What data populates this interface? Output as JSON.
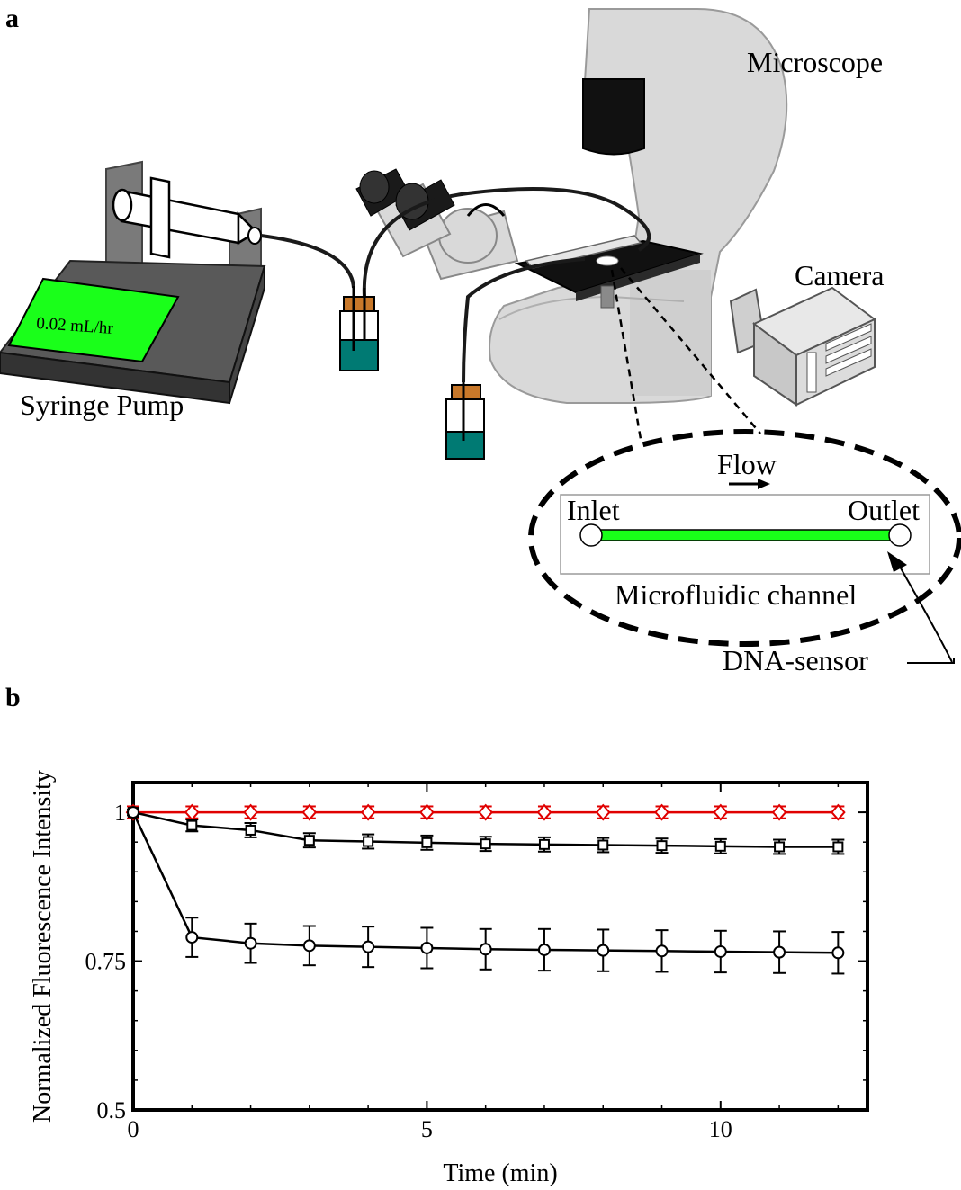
{
  "panel_a": {
    "letter": "a",
    "labels": {
      "microscope": "Microscope",
      "camera": "Camera",
      "syringe_pump": "Syringe Pump",
      "pump_display": "0.02 mL/hr",
      "flow": "Flow",
      "inlet": "Inlet",
      "outlet": "Outlet",
      "channel": "Microfluidic channel",
      "sensor": "DNA-sensor"
    },
    "colors": {
      "scope_body": "#d9d9d9",
      "lcd": "#19ff19",
      "fluid": "#007a73",
      "cap": "#c8782a",
      "channel": "#19ff19"
    }
  },
  "panel_b": {
    "letter": "b"
  },
  "chart_data": {
    "type": "line",
    "xlabel": "Time (min)",
    "ylabel": "Normalized Fluorescence Intensity",
    "xlim": [
      0,
      12.5
    ],
    "ylim": [
      0.5,
      1.05
    ],
    "xticks": [
      0,
      5,
      10
    ],
    "yticks": [
      0.5,
      0.75,
      1
    ],
    "x": [
      0,
      1,
      2,
      3,
      4,
      5,
      6,
      7,
      8,
      9,
      10,
      11,
      12
    ],
    "series": [
      {
        "marker": "diamond",
        "color": "#e00000",
        "values": [
          1.0,
          1.0,
          1.0,
          1.0,
          1.0,
          1.0,
          1.0,
          1.0,
          1.0,
          1.0,
          1.0,
          1.0,
          1.0
        ],
        "errors": [
          0.01,
          0.01,
          0.01,
          0.01,
          0.01,
          0.01,
          0.01,
          0.01,
          0.01,
          0.01,
          0.01,
          0.01,
          0.01
        ]
      },
      {
        "marker": "square",
        "color": "#000000",
        "values": [
          1.0,
          0.978,
          0.97,
          0.953,
          0.951,
          0.949,
          0.947,
          0.946,
          0.945,
          0.944,
          0.943,
          0.942,
          0.942
        ],
        "errors": [
          0.005,
          0.01,
          0.012,
          0.012,
          0.012,
          0.012,
          0.012,
          0.012,
          0.012,
          0.012,
          0.012,
          0.012,
          0.012
        ]
      },
      {
        "marker": "circle",
        "color": "#000000",
        "values": [
          1.0,
          0.79,
          0.78,
          0.776,
          0.774,
          0.772,
          0.77,
          0.769,
          0.768,
          0.767,
          0.766,
          0.765,
          0.764
        ],
        "errors": [
          0.005,
          0.033,
          0.033,
          0.033,
          0.034,
          0.034,
          0.034,
          0.035,
          0.035,
          0.035,
          0.035,
          0.035,
          0.035
        ]
      }
    ]
  }
}
